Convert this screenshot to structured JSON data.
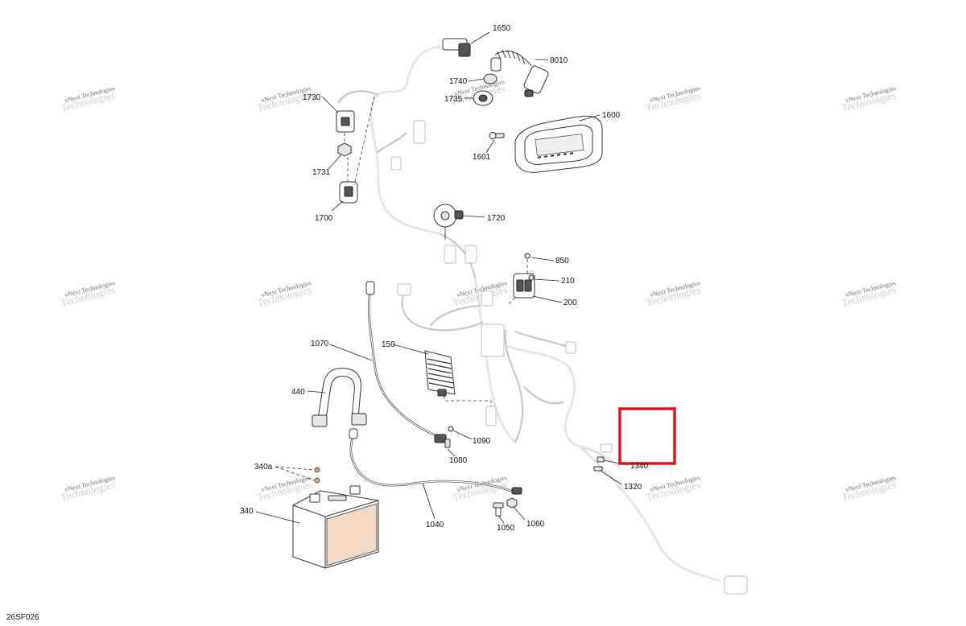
{
  "diagram_code": "26SF026",
  "watermark": {
    "line1": "vNext Technologies",
    "line2": "Technologies"
  },
  "highlight_color": "#e0141e",
  "callouts": {
    "c1650": "1650",
    "c8010": "8010",
    "c1740": "1740",
    "c1735": "1735",
    "c1730": "1730",
    "c1600": "1600",
    "c1601": "1601",
    "c1731": "1731",
    "c1700": "1700",
    "c1720": "1720",
    "c850": "850",
    "c210": "210",
    "c200": "200",
    "c1070": "1070",
    "c150": "150",
    "c440": "440",
    "c1090": "1090",
    "c1080": "1080",
    "c1340": "1340",
    "c1320": "1320",
    "c340a": "340a",
    "c340": "340",
    "c1040": "1040",
    "c1050": "1050",
    "c1060": "1060"
  }
}
